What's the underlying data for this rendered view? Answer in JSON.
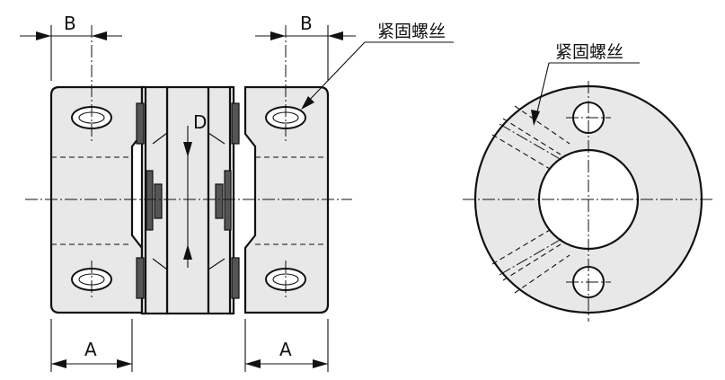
{
  "labels": {
    "dim_b_left": "B",
    "dim_b_right": "B",
    "dim_a_left": "A",
    "dim_a_right": "A",
    "dim_d": "D",
    "set_screw_side": "紧固螺丝",
    "set_screw_end": "紧固螺丝"
  },
  "colors": {
    "body_fill": "#e8e8e8",
    "line": "#111111",
    "disc": "#555555"
  }
}
